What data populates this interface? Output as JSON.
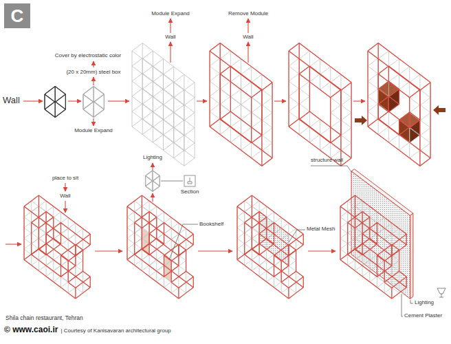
{
  "diagram": {
    "caption": "Shila chain restaurant, Tehran",
    "nodes": [
      {
        "text": [
          "C"
        ]
      }
    ],
    "labels": [
      "Wall",
      "Cover by electrostatic color",
      "(20 x 20mm) steel box",
      "Module Expand",
      "Module Expand",
      "Wall",
      "Remove Module",
      "Wall",
      "place to sit",
      "Wall",
      "Lighting",
      "Section",
      "Bookshelf",
      "Metal Mesh",
      "structure wall",
      "Lighting",
      "Cement Plaster",
      "© www.caoi.ir",
      "| Courtesy of Kanisavaran architectural group"
    ]
  }
}
